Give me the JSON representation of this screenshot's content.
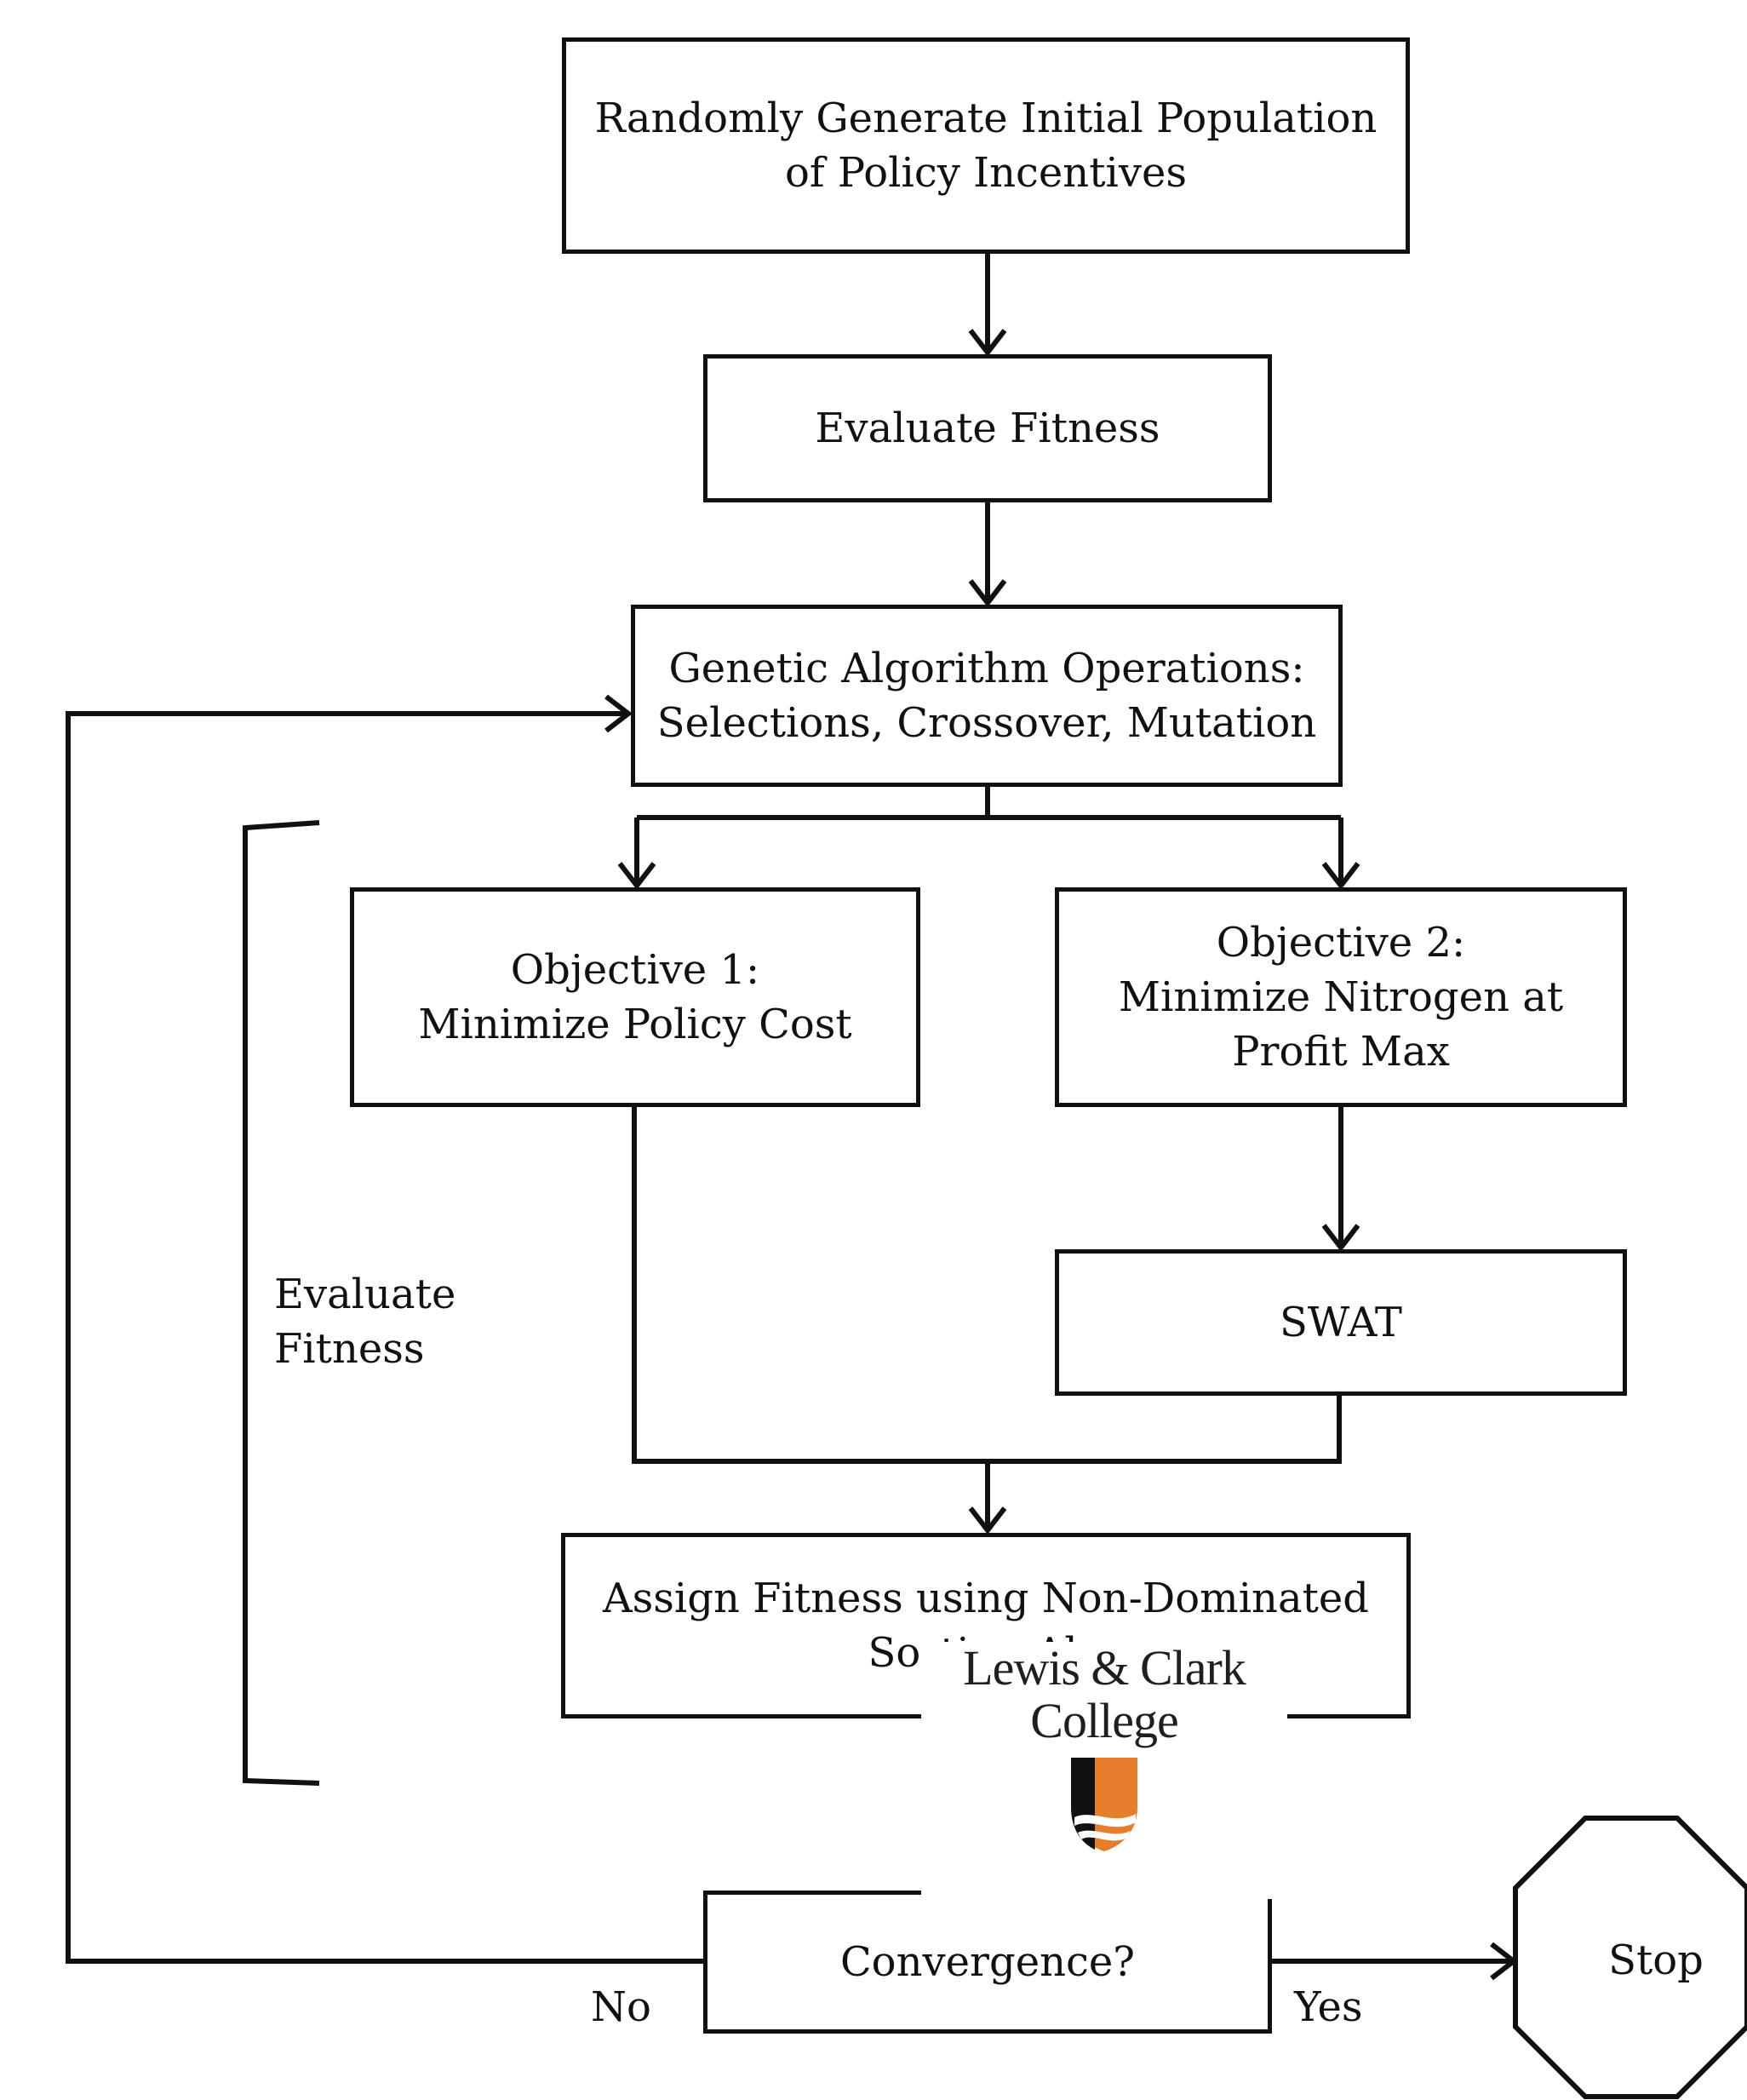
{
  "diagram": {
    "nodes": {
      "init": {
        "text": "Randomly Generate Initial Population\nof Policy Incentives"
      },
      "evaluate": {
        "text": "Evaluate Fitness"
      },
      "ga": {
        "text": "Genetic Algorithm Operations:\nSelections, Crossover, Mutation"
      },
      "obj1": {
        "text": "Objective 1:\nMinimize Policy Cost"
      },
      "obj2": {
        "text": "Objective 2:\nMinimize Nitrogen at\nProfit Max"
      },
      "swat": {
        "text": "SWAT"
      },
      "assign": {
        "text": "Assign Fitness using Non-Dominated\nSorting Alg"
      },
      "convergence": {
        "text": "Convergence?"
      },
      "stop": {
        "text": "Stop"
      }
    },
    "bracket_label": "Evaluate\nFitness",
    "edge_labels": {
      "no": "No",
      "yes": "Yes"
    }
  },
  "logo": {
    "line1": "Lewis & Clark",
    "line2": "College",
    "colors": {
      "orange": "#e57f2c",
      "black": "#111111"
    }
  }
}
